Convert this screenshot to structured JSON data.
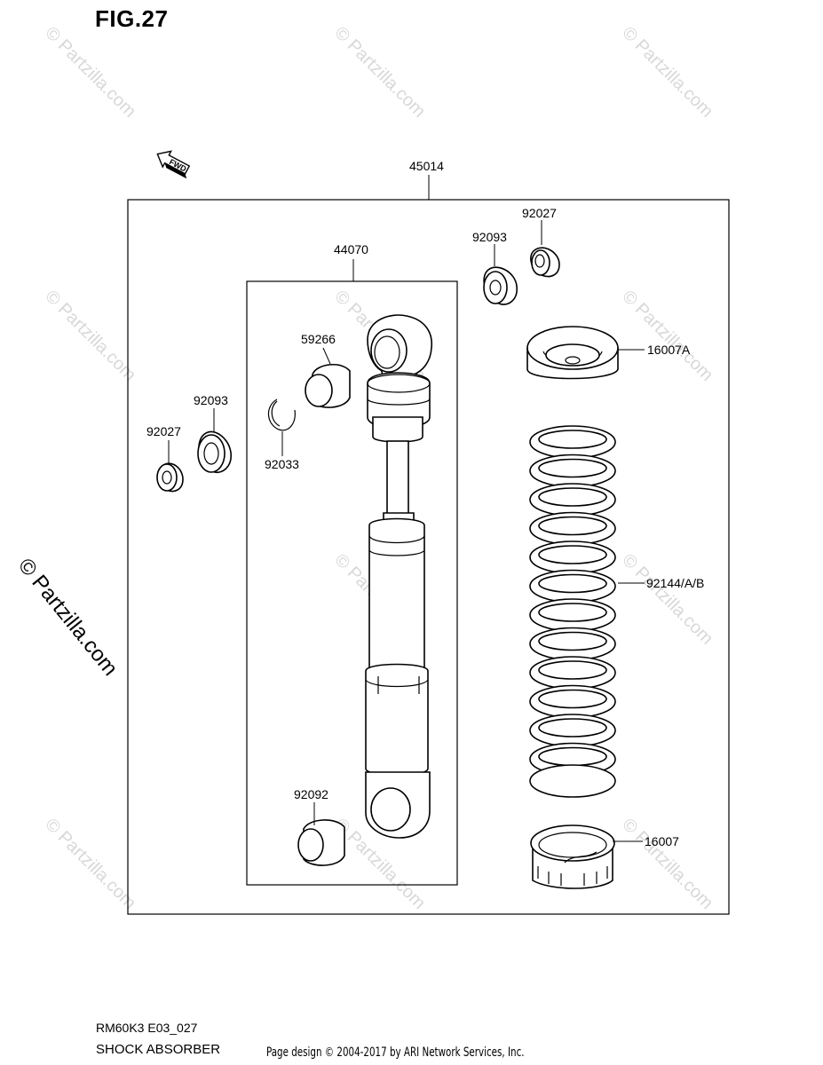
{
  "figure": {
    "title": "FIG.27",
    "fwd_label": "FWD",
    "diagram_code": "RM60K3 E03_027",
    "diagram_name": "SHOCK ABSORBER",
    "page_design": "Page design © 2004-2017 by ARI Network Services, Inc."
  },
  "watermark": {
    "large": "© Partzilla.com",
    "small": "© Partzilla.com"
  },
  "parts": {
    "assembly": "45014",
    "shock_unit": "44070",
    "collar_upper": "59266",
    "collar_lower": "92092",
    "circlip": "92033",
    "bearing_left": "92093",
    "seal_left": "92027",
    "bearing_right": "92093",
    "seal_right": "92027",
    "spring_seat_upper": "16007A",
    "spring": "92144/A/B",
    "adjuster_nut": "16007"
  }
}
